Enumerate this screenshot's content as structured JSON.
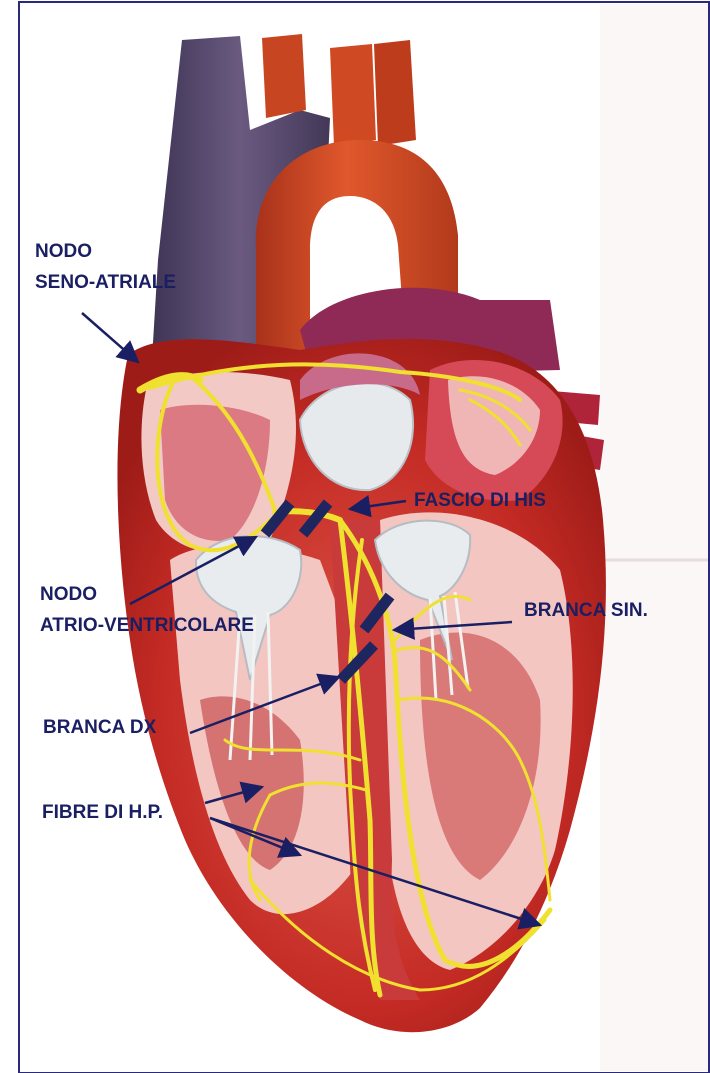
{
  "labels": {
    "nodo_seno_line1": "NODO",
    "nodo_seno_line2": "SENO-ATRIALE",
    "fascio_his": "FASCIO DI HIS",
    "nodo_av_line1": "NODO",
    "nodo_av_line2": "ATRIO-VENTRICOLARE",
    "branca_sin": "BRANCA SIN.",
    "branca_dx": "BRANCA DX",
    "fibre_hp": "FIBRE DI H.P."
  },
  "colors": {
    "label_text": "#1a1f63",
    "arrow": "#1a1f63",
    "conduction_fibers": "#f0e030",
    "myocardium": "#c8302a",
    "vena_cava": "#5a4a6e",
    "aorta": "#d24a22",
    "chamber_interior": "#f3c6c2",
    "valves": "#e8ecef",
    "frame_border": "#2a2a7a"
  }
}
